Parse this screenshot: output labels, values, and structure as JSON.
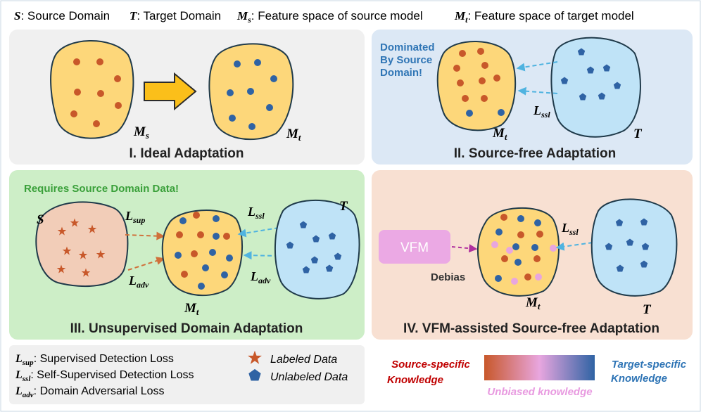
{
  "header": {
    "s_sym": "S",
    "s_text": ": Source Domain",
    "t_sym": "T",
    "t_text": ": Target Domain",
    "ms_sym": "M",
    "ms_sub": "s",
    "ms_text": ": Feature space of source model",
    "mt_sym": "M",
    "mt_sub": "t",
    "mt_text": ": Feature space of target model"
  },
  "panel1": {
    "title": "I. Ideal Adaptation",
    "ms_label": "M",
    "ms_sub": "s",
    "mt_label": "M",
    "mt_sub": "t"
  },
  "panel2": {
    "title": "II. Source-free Adaptation",
    "note_line1": "Dominated",
    "note_line2": "By Source",
    "note_line3": "Domain!",
    "mt_label": "M",
    "mt_sub": "t",
    "loss_label": "L",
    "loss_sub": "ssl",
    "t_label": "T"
  },
  "panel3": {
    "title": "III. Unsupervised Domain Adaptation",
    "note": "Requires Source Domain Data!",
    "s_label": "S",
    "lsup_label": "L",
    "lsup_sub": "sup",
    "ladv_label": "L",
    "ladv_sub": "adv",
    "lssl_label": "L",
    "lssl_sub": "ssl",
    "ladv2_label": "L",
    "ladv2_sub": "adv",
    "mt_label": "M",
    "mt_sub": "t",
    "t_label": "T"
  },
  "panel4": {
    "title": "IV. VFM-assisted Source-free Adaptation",
    "vfm_label": "VFM",
    "debias_label": "Debias",
    "lssl_label": "L",
    "lssl_sub": "ssl",
    "mt_label": "M",
    "mt_sub": "t",
    "t_label": "T"
  },
  "legend": {
    "lsup_sym": "L",
    "lsup_sub": "sup",
    "lsup_text": ": Supervised Detection Loss",
    "lssl_sym": "L",
    "lssl_sub": "ssl",
    "lssl_text": ": Self-Supervised Detection Loss",
    "ladv_sym": "L",
    "ladv_sub": "adv",
    "ladv_text": ": Domain Adversarial Loss",
    "labeled": "Labeled Data",
    "unlabeled": "Unlabeled Data"
  },
  "knowledge": {
    "source_line1": "Source-specific",
    "source_line2": "Knowledge",
    "target_line1": "Target-specific",
    "target_line2": "Knowledge",
    "unbiased": "Unbiased knowledge"
  },
  "colors": {
    "source_dot": "#c8582a",
    "target_dot": "#2f63a4",
    "unbiased_dot": "#e8a6df",
    "blob_yellow": "#fdd77a",
    "blob_blue": "#bfe3f7",
    "blob_pink": "#f2cdb8",
    "panel_gray": "#f0f0f0",
    "panel_blue": "#dce8f5",
    "panel_green": "#cdeec7",
    "panel_peach": "#f8e0d2",
    "vfm_box": "#eba9e4",
    "note_blue": "#2f75b5",
    "note_green": "#3aa03a",
    "source_red": "#c00000",
    "target_blue": "#2e74b5",
    "unbiased_pink": "#e89ae0"
  }
}
